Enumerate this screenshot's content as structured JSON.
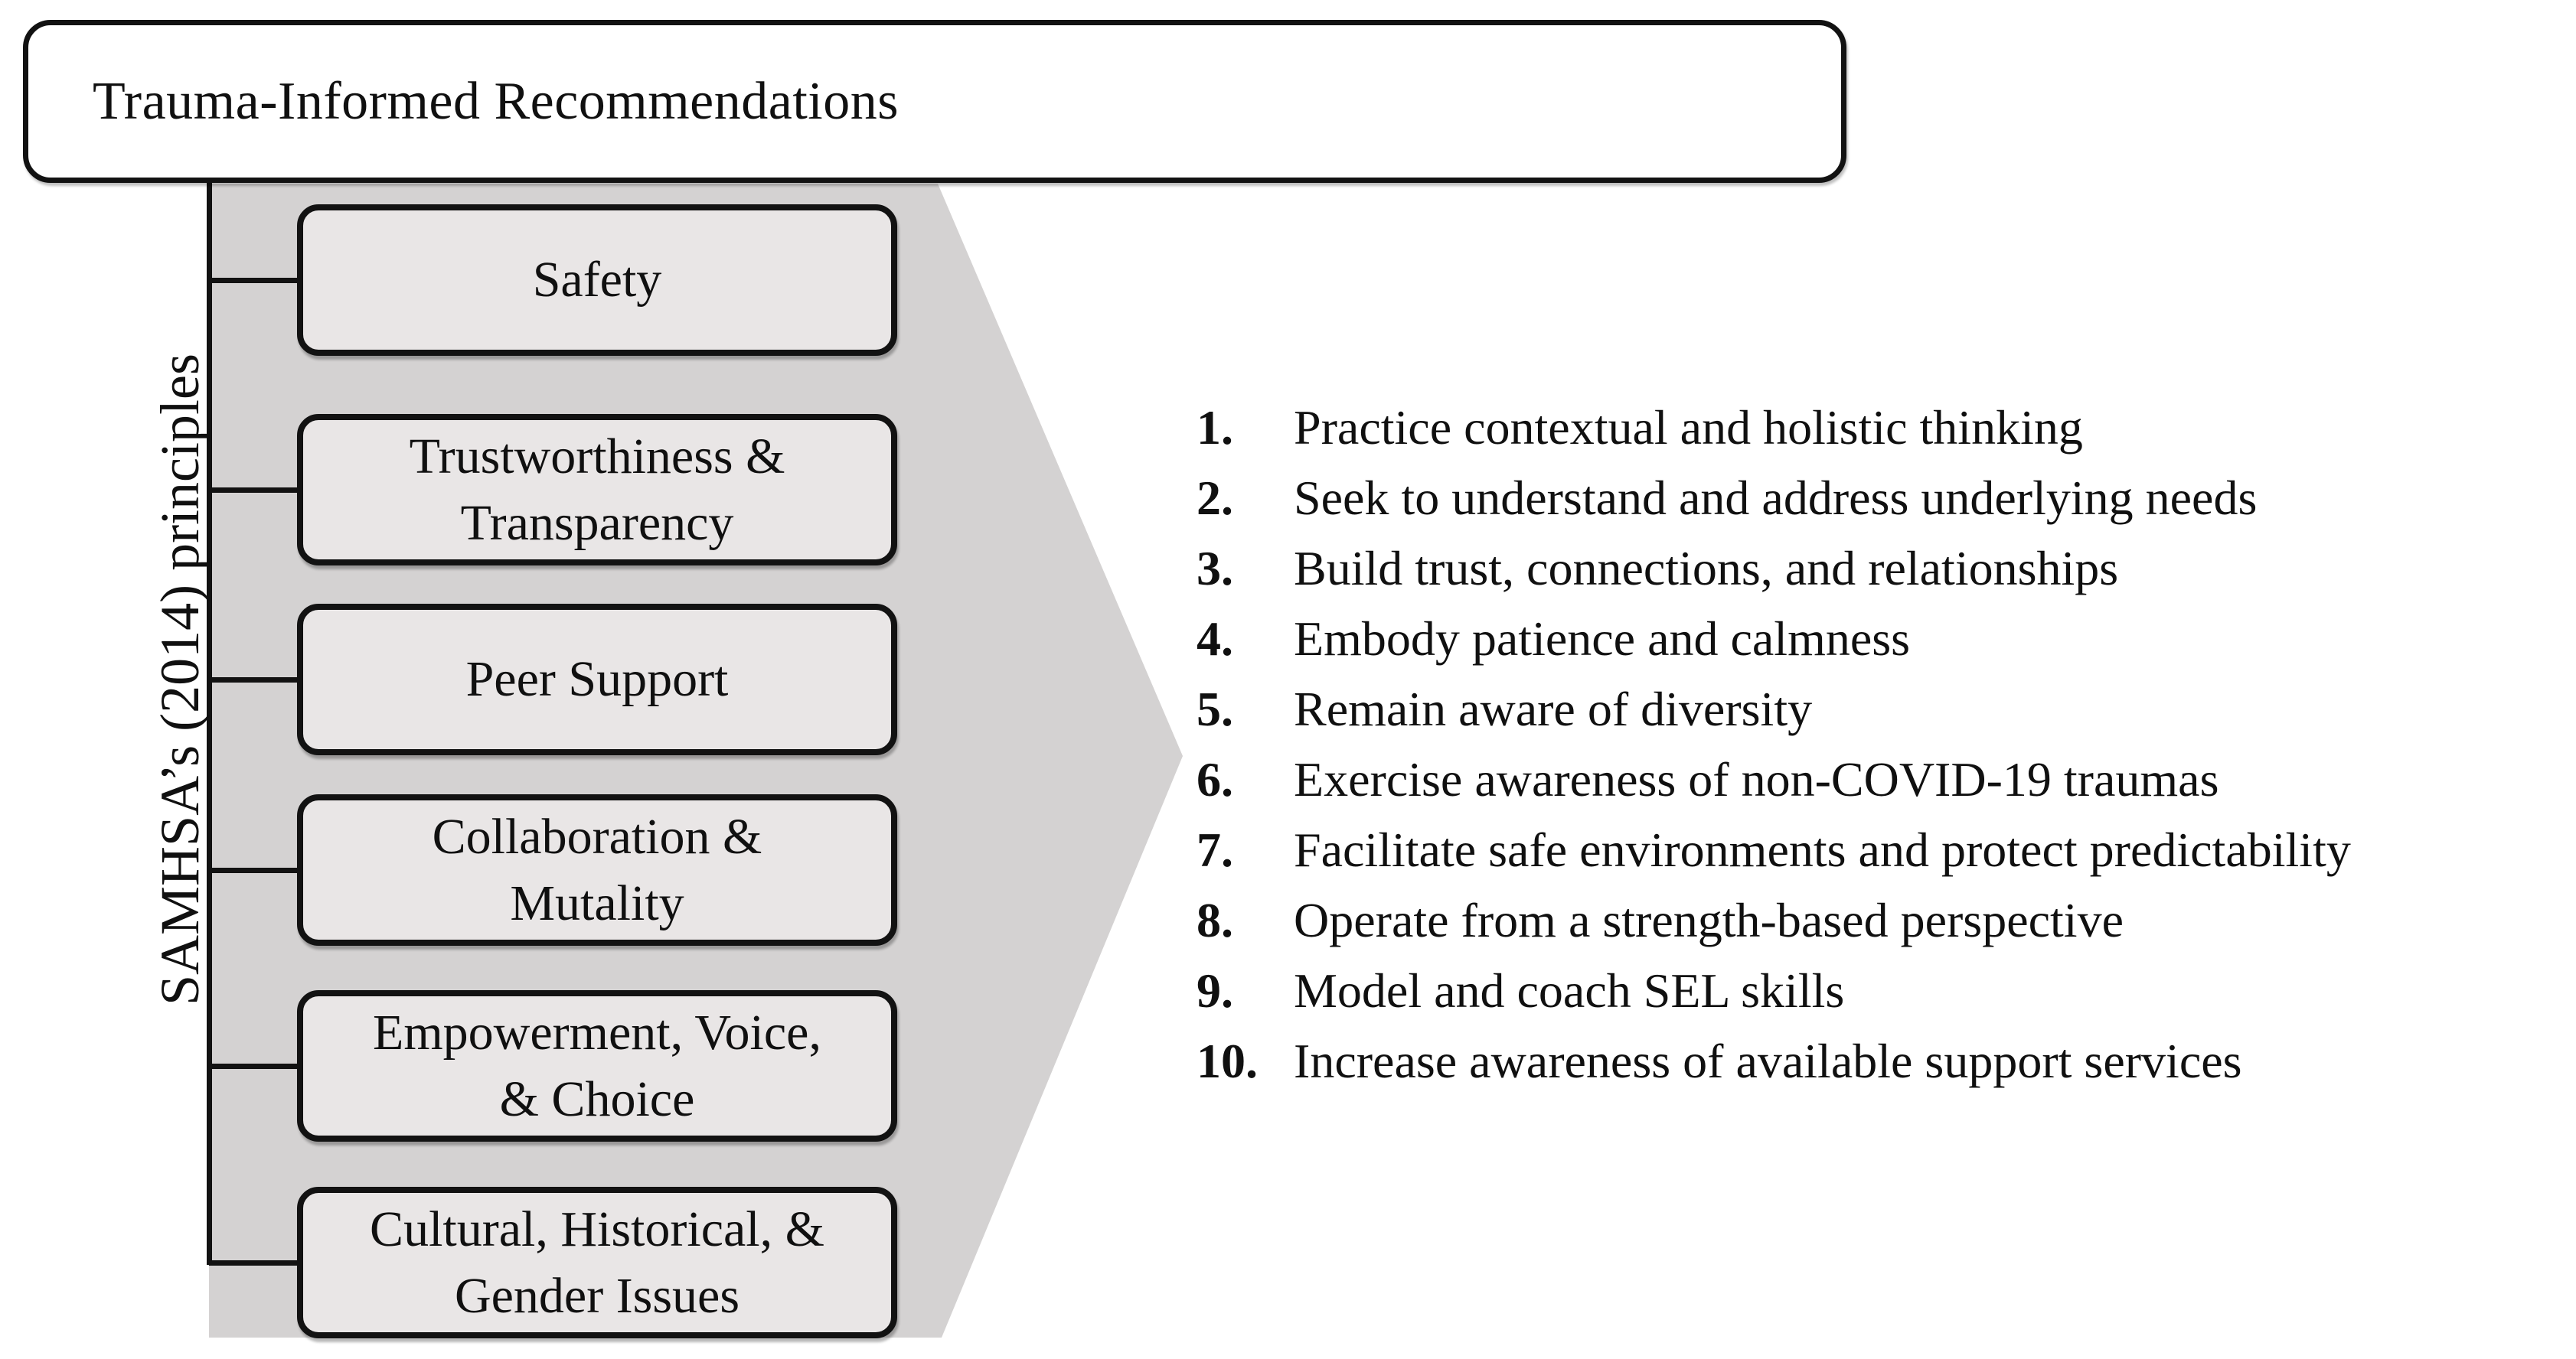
{
  "title": {
    "label": "Trauma-Informed Recommendations"
  },
  "principles_group": {
    "axis_label": "SAMHSA’s (2014) principles",
    "boxes": [
      {
        "label": "Safety"
      },
      {
        "label": "Trustworthiness &\nTransparency"
      },
      {
        "label": "Peer Support"
      },
      {
        "label": "Collaboration &\nMutality"
      },
      {
        "label": "Empowerment, Voice,\n& Choice"
      },
      {
        "label": "Cultural, Historical, &\nGender Issues"
      }
    ]
  },
  "recommendations": {
    "items": [
      {
        "number": "1.",
        "text": "Practice contextual and holistic thinking"
      },
      {
        "number": "2.",
        "text": "Seek to understand and address underlying needs"
      },
      {
        "number": "3.",
        "text": "Build trust, connections, and relationships"
      },
      {
        "number": "4.",
        "text": "Embody patience and calmness"
      },
      {
        "number": "5.",
        "text": "Remain aware of diversity"
      },
      {
        "number": "6.",
        "text": "Exercise awareness of non-COVID-19 traumas"
      },
      {
        "number": "7.",
        "text": "Facilitate safe environments and protect predictability"
      },
      {
        "number": "8.",
        "text": "Operate from a strength-based perspective"
      },
      {
        "number": "9.",
        "text": "Model and coach SEL skills"
      },
      {
        "number": "10.",
        "text": "Increase awareness of available support services"
      }
    ]
  },
  "colors": {
    "line": "#121212",
    "arrow_fill": "#d4d2d2",
    "box_fill": "#e9e6e6",
    "title_fill": "#ffffff",
    "text": "#101010",
    "background": "#ffffff"
  }
}
